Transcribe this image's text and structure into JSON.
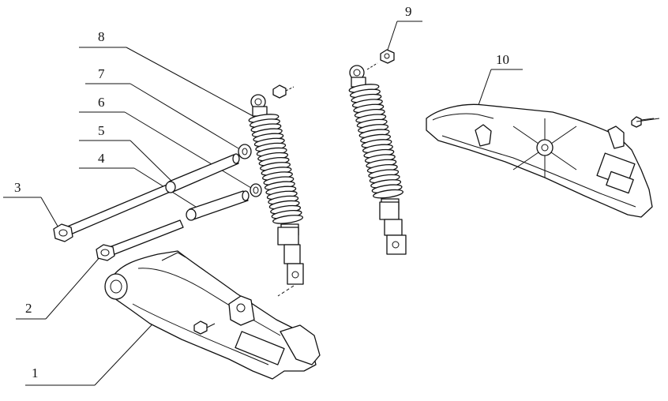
{
  "callouts": [
    "1",
    "2",
    "3",
    "4",
    "5",
    "6",
    "7",
    "8",
    "9",
    "10"
  ]
}
